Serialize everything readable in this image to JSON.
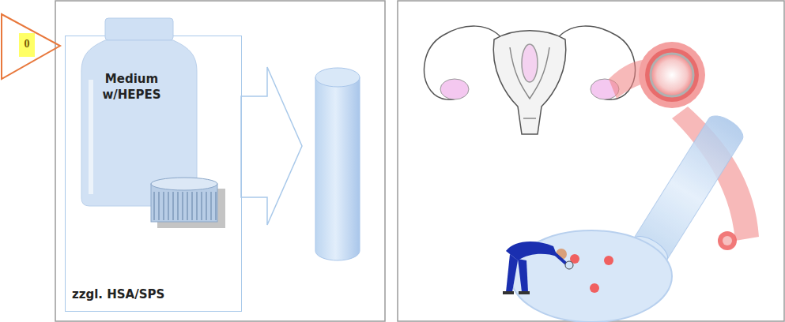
{
  "diagram": {
    "nodes": [
      {
        "text": [
          "0"
        ]
      },
      {
        "text": [
          "zzgl. HSA/SPS"
        ]
      },
      {
        "text": [
          "Medium w/HEPES"
        ],
        "in": 1
      }
    ]
  }
}
